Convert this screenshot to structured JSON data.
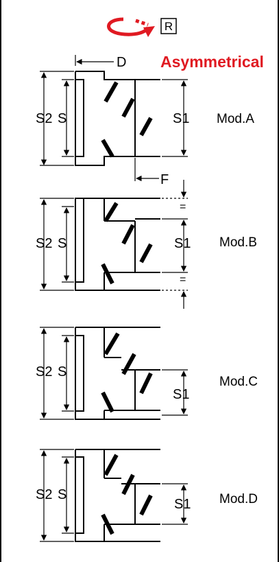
{
  "header": {
    "rotation_badge": "R",
    "title": "Asymmetrical",
    "title_color": "#e01a22",
    "rotation_icon": "rotation-arrow-icon",
    "rotation_color": "#e01a22"
  },
  "dims": {
    "D": "D",
    "F": "F",
    "S2": "S2",
    "S": "S",
    "S1": "S1",
    "equal": "="
  },
  "models": [
    {
      "label": "Mod.A"
    },
    {
      "label": "Mod.B"
    },
    {
      "label": "Mod.C"
    },
    {
      "label": "Mod.D"
    }
  ]
}
